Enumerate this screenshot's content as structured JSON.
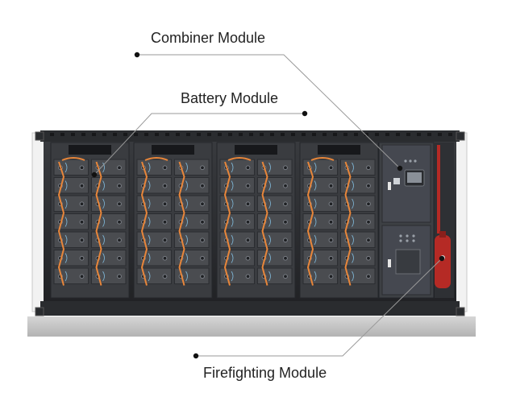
{
  "callouts": [
    {
      "id": "combiner",
      "label": "Combiner Module"
    },
    {
      "id": "battery",
      "label": "Battery Module"
    },
    {
      "id": "firefighting",
      "label": "Firefighting Module"
    }
  ],
  "rack_count": 4,
  "modules_per_rack": 7,
  "colors": {
    "frame": "#2b2d30",
    "rack": "#3a3c40",
    "module": "#4a4c50",
    "cable_orange": "#e8863a",
    "cable_blue": "#7fb6d6",
    "cabinet": "#3d4044",
    "extinguisher": "#b52a25",
    "base": "#c9c9c9",
    "leader": "#9a9a9a"
  }
}
